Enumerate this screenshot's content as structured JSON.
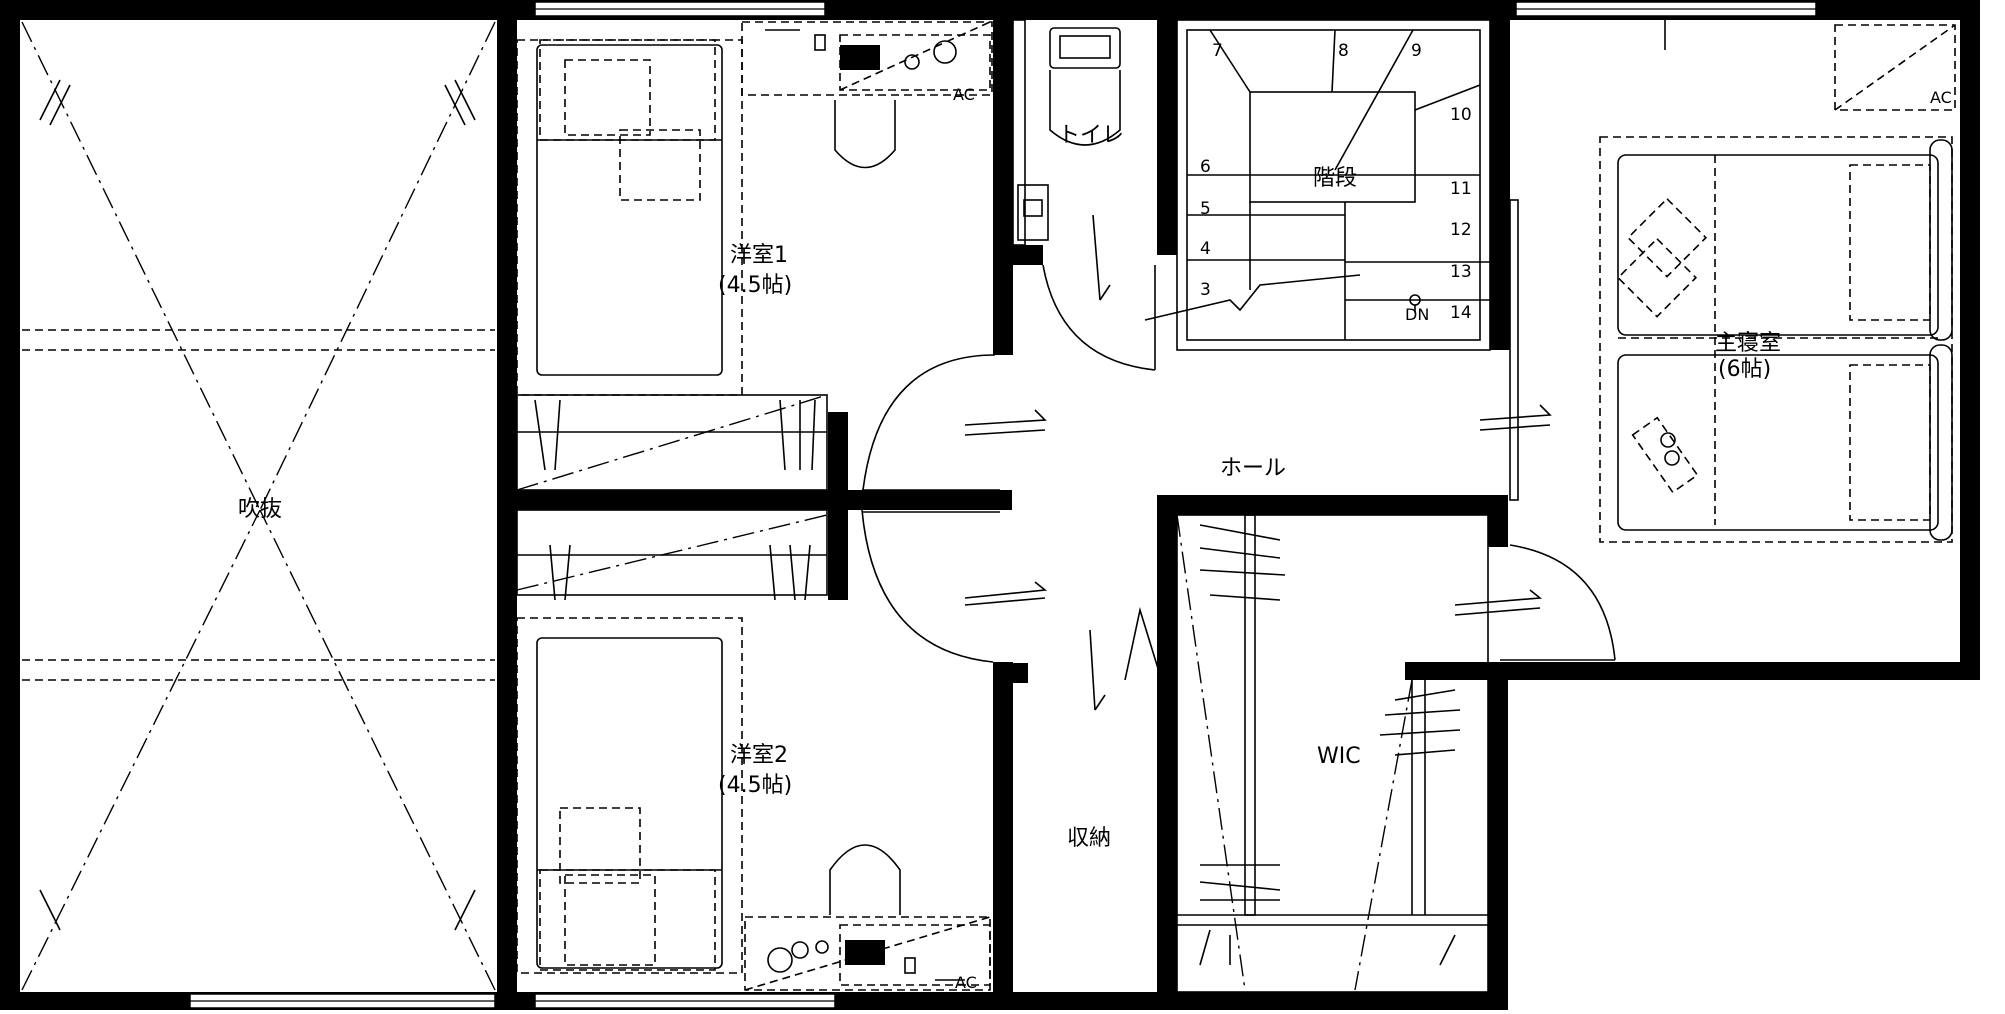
{
  "rooms": {
    "fukinuke": "吹抜",
    "youshitsu1_name": "洋室1",
    "youshitsu1_size": "(4.5帖)",
    "youshitsu2_name": "洋室2",
    "youshitsu2_size": "(4.5帖)",
    "toilet": "トイレ",
    "stairs": "階段",
    "hall": "ホール",
    "master_name": "主寝室",
    "master_size": "(6帖)",
    "wic": "WIC",
    "storage": "収納"
  },
  "equipment": {
    "ac_room1": "AC",
    "ac_room2": "AC",
    "ac_master": "AC",
    "stairs_dn": "DN"
  },
  "stair_steps": [
    "3",
    "4",
    "5",
    "6",
    "7",
    "8",
    "9",
    "10",
    "11",
    "12",
    "13",
    "14"
  ]
}
